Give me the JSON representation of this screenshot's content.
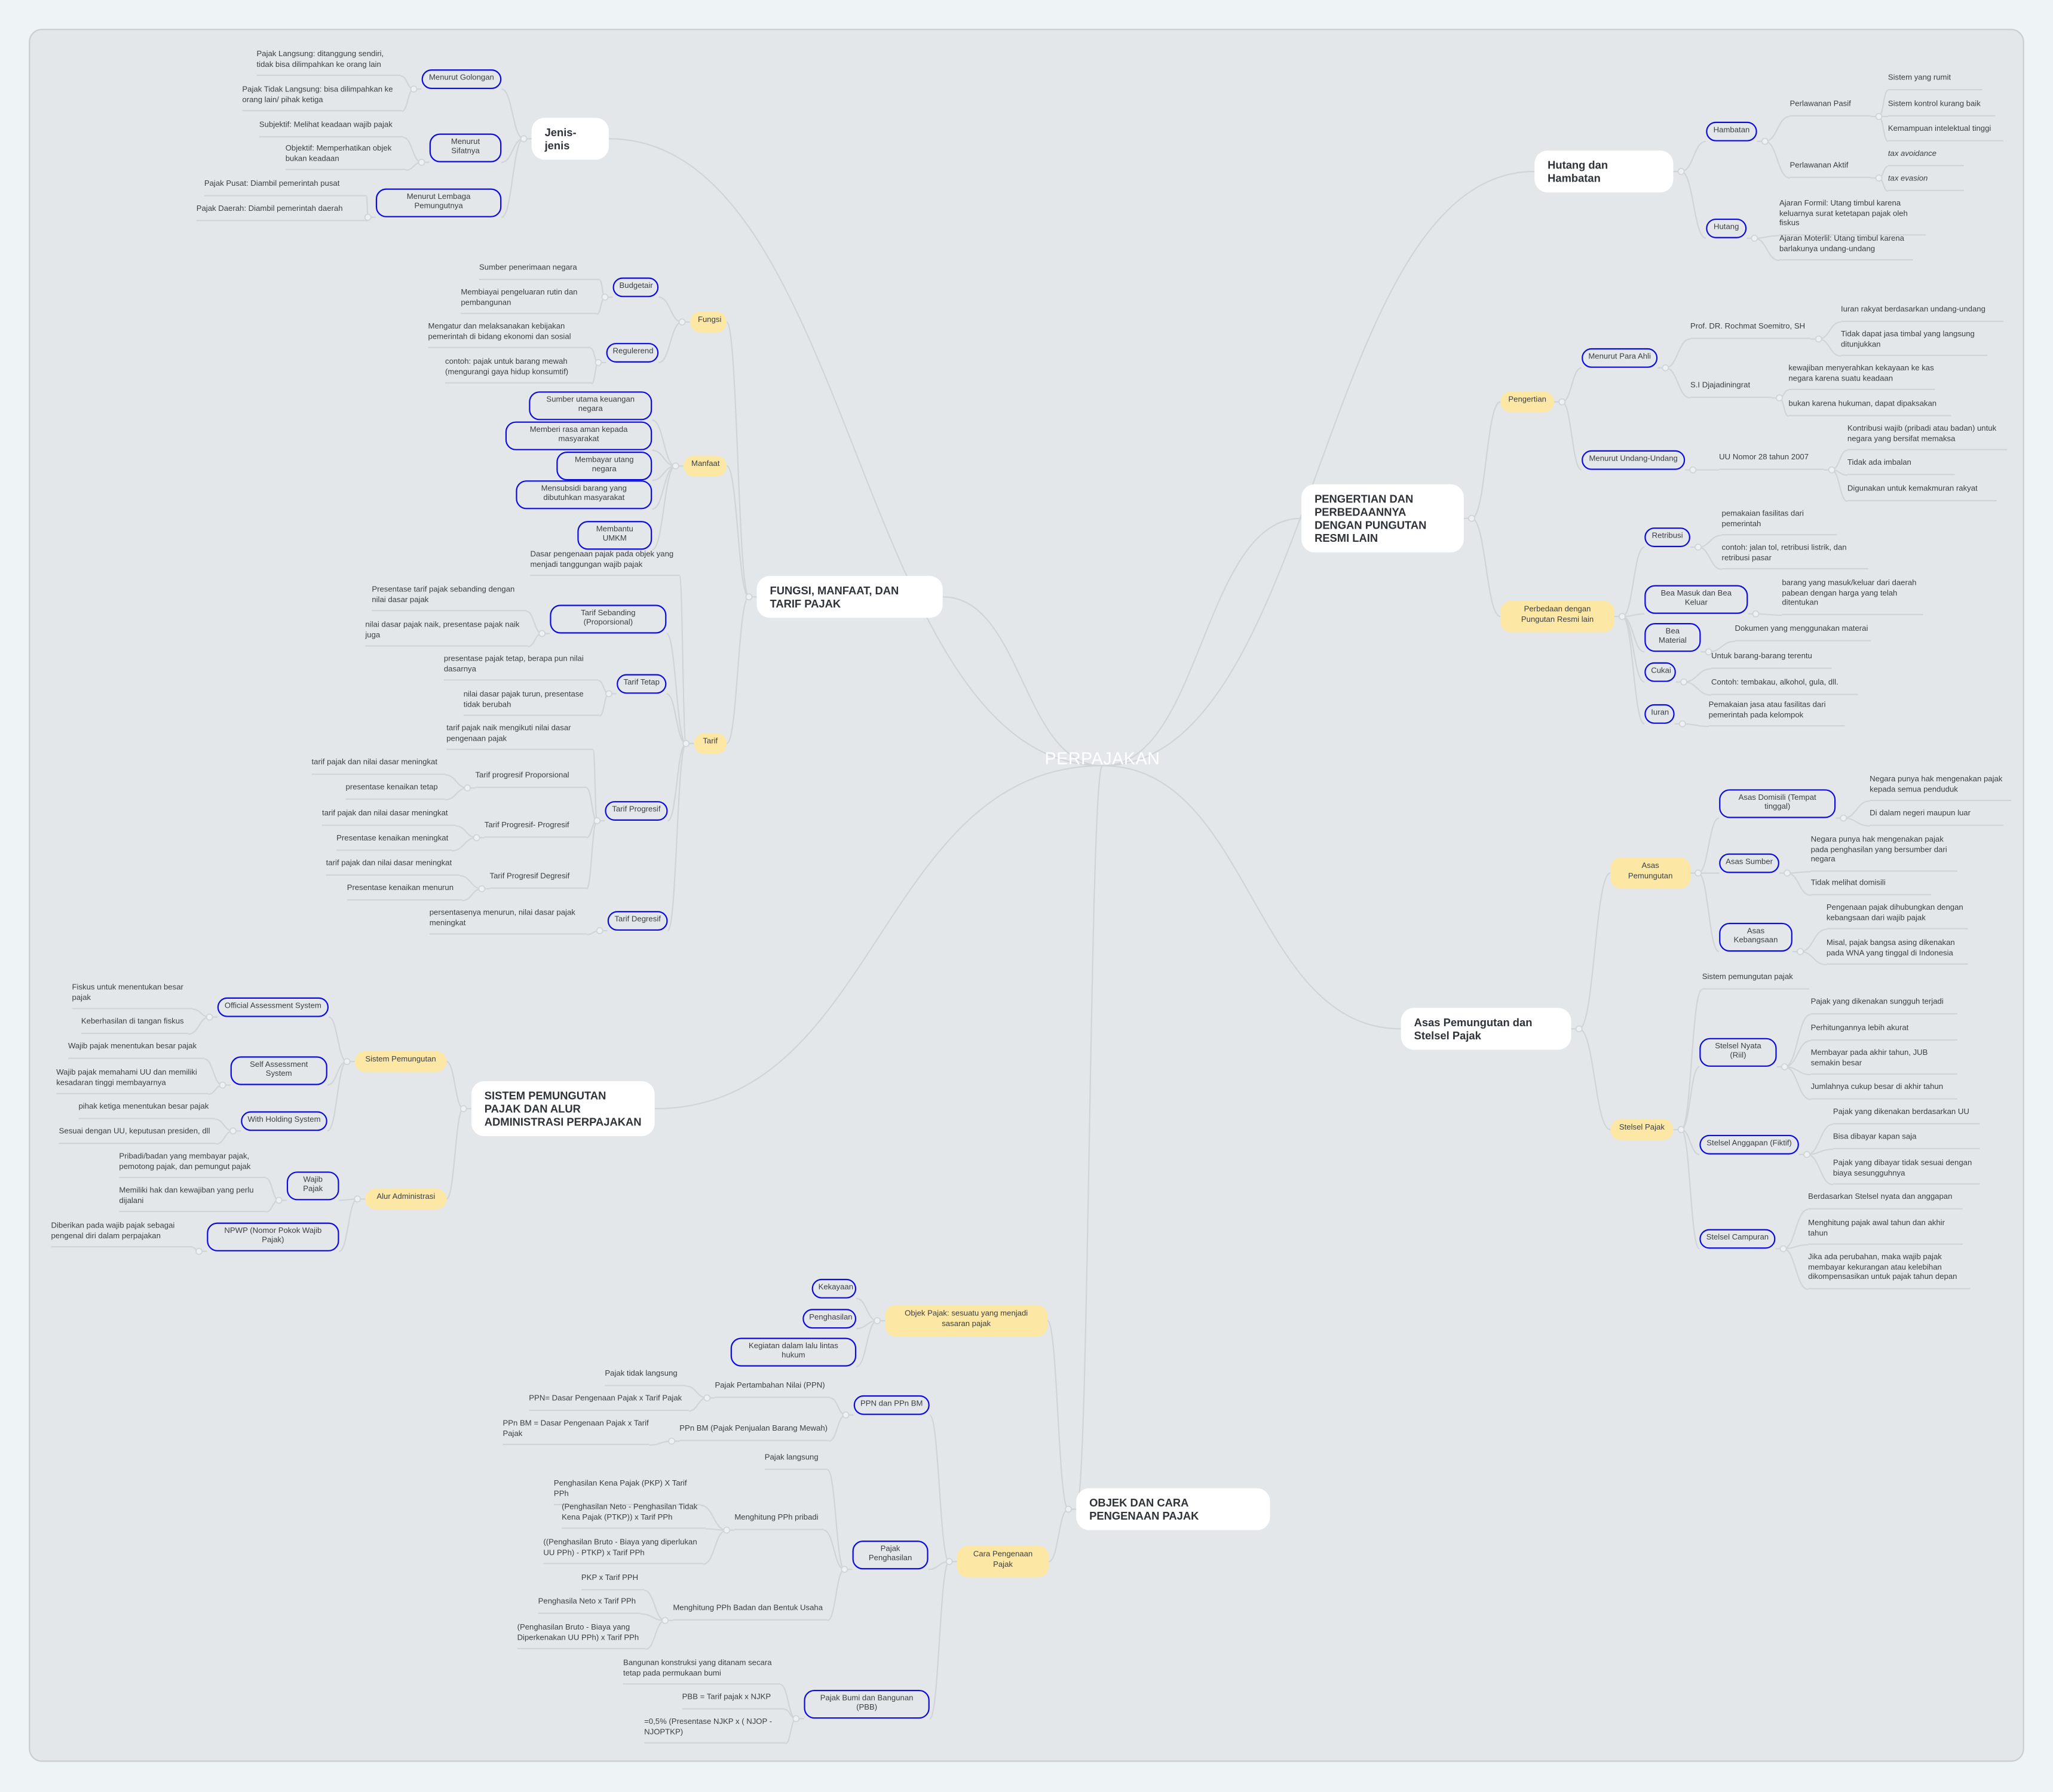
{
  "title": "PERPAJAKAN",
  "branches": {
    "jenis": {
      "j": "Jenis-jenis",
      "j1": "Menurut Golongan",
      "j1a": "Pajak Langsung: ditanggung sendiri, tidak bisa dilimpahkan ke orang lain",
      "j1b": "Pajak Tidak Langsung: bisa dilimpahkan ke orang lain/ pihak ketiga",
      "j2": "Menurut Sifatnya",
      "j2a": "Subjektif: Melihat keadaan wajib pajak",
      "j2b": "Objektif: Memperhatikan objek bukan keadaan",
      "j3": "Menurut Lembaga Pemungutnya",
      "j3a": "Pajak Pusat: Diambil pemerintah pusat",
      "j3b": "Pajak Daerah: Diambil pemerintah daerah"
    },
    "fungsi_manfaat_tarif": {
      "f": "FUNGSI, MANFAAT, DAN TARIF PAJAK",
      "f1": "Fungsi",
      "f1a": "Budgetair",
      "f1a1": "Sumber penerimaan negara",
      "f1a2": "Membiayai pengeluaran rutin dan pembangunan",
      "f1b": "Regulerend",
      "f1b1": "Mengatur dan melaksanakan kebijakan pemerintah di bidang ekonomi dan sosial",
      "f1b2": "contoh: pajak untuk barang mewah (mengurangi gaya hidup konsumtif)",
      "f2": "Manfaat",
      "f2a": "Sumber utama keuangan negara",
      "f2b": "Memberi rasa aman kepada masyarakat",
      "f2c": "Membayar utang negara",
      "f2d": "Mensubsidi barang yang dibutuhkan masyarakat",
      "f2e": "Membantu UMKM",
      "f3": "Tarif",
      "f3a": "Dasar pengenaan pajak pada objek yang menjadi tanggungan wajib pajak",
      "f3b": "Tarif Sebanding (Proporsional)",
      "f3b1": "Presentase tarif pajak sebanding dengan nilai dasar pajak",
      "f3b2": "nilai dasar pajak naik, presentase pajak naik juga",
      "f3c": "Tarif Tetap",
      "f3c1": "presentase pajak tetap, berapa pun nilai dasarnya",
      "f3c2": "nilai dasar pajak turun, presentase tidak berubah",
      "f3d": "Tarif Progresif",
      "f3d1": "tarif pajak naik mengikuti nilai dasar pengenaan pajak",
      "f3d2": "Tarif progresif Proporsional",
      "f3d2a": "tarif pajak dan nilai dasar meningkat",
      "f3d2b": "presentase kenaikan tetap",
      "f3d3": "Tarif Progresif- Progresif",
      "f3d3a": "tarif pajak dan nilai dasar meningkat",
      "f3d3b": "Presentase kenaikan meningkat",
      "f3d4": "Tarif Progresif Degresif",
      "f3d4a": "tarif pajak dan nilai dasar meningkat",
      "f3d4b": "Presentase kenaikan menurun",
      "f3e": "Tarif Degresif",
      "f3e1": "persentasenya menurun, nilai dasar pajak meningkat"
    },
    "sistem_pemungutan": {
      "s": "SISTEM PEMUNGUTAN PAJAK DAN ALUR ADMINISTRASI PERPAJAKAN",
      "s1": "Sistem Pemungutan",
      "s1a": "Official Assessment System",
      "s1a1": "Fiskus untuk menentukan besar pajak",
      "s1a2": "Keberhasilan di tangan fiskus",
      "s1b": "Self Assessment System",
      "s1b1": "Wajib pajak menentukan besar pajak",
      "s1b2": "Wajib pajak memahami UU dan memiliki kesadaran tinggi membayarnya",
      "s1c": "With Holding System",
      "s1c1": "pihak ketiga menentukan besar pajak",
      "s1c2": "Sesuai dengan UU, keputusan presiden, dll",
      "s2": "Alur Administrasi",
      "s2a": "Wajib Pajak",
      "s2a1": "Pribadi/badan yang membayar pajak, pemotong pajak, dan pemungut pajak",
      "s2a2": "Memiliki hak dan kewajiban yang perlu dijalani",
      "s2b": "NPWP (Nomor Pokok Wajib Pajak)",
      "s2b1": "Diberikan pada wajib pajak sebagai pengenal diri dalam perpajakan"
    },
    "hutang_hambatan": {
      "h": "Hutang dan Hambatan",
      "h1": "Hambatan",
      "h1a": "Perlawanan Pasif",
      "h1a1": "Sistem yang rumit",
      "h1a2": "Sistem kontrol kurang baik",
      "h1a3": "Kemampuan intelektual tinggi",
      "h1b": "Perlawanan Aktif",
      "h1b1": "tax avoidance",
      "h1b2": "tax evasion",
      "h2": "Hutang",
      "h2a": "Ajaran Formil: Utang timbul karena keluarnya surat ketetapan pajak oleh fiskus",
      "h2b": "Ajaran Moterlil: Utang timbul karena barlakunya undang-undang"
    },
    "pengertian": {
      "p": "PENGERTIAN DAN PERBEDAANNYA DENGAN PUNGUTAN RESMI LAIN",
      "p1": "Pengertian",
      "p1a": "Menurut Para Ahli",
      "p1a1": "Prof. DR. Rochmat Soemitro, SH",
      "p1a1a": "Iuran rakyat berdasarkan undang-undang",
      "p1a1b": "Tidak dapat jasa timbal yang langsung ditunjukkan",
      "p1a2": "S.I Djajadiningrat",
      "p1a2a": "kewajiban menyerahkan kekayaan ke kas negara karena suatu keadaan",
      "p1a2b": "bukan karena hukuman, dapat dipaksakan",
      "p1b": "Menurut Undang-Undang",
      "p1b1": "UU Nomor 28 tahun 2007",
      "p1b1a": "Kontribusi wajib (pribadi atau badan) untuk negara yang bersifat memaksa",
      "p1b1b": "Tidak ada imbalan",
      "p1b1c": "Digunakan untuk kemakmuran rakyat",
      "p2": "Perbedaan dengan Pungutan Resmi lain",
      "p2a": "Retribusi",
      "p2a1": "pemakaian fasilitas dari pemerintah",
      "p2a2": "contoh: jalan tol, retribusi listrik, dan retribusi pasar",
      "p2b": "Bea Masuk dan Bea Keluar",
      "p2b1": "barang yang masuk/keluar dari daerah pabean dengan harga yang telah ditentukan",
      "p2c": "Bea Material",
      "p2c1": "Dokumen yang menggunakan materai",
      "p2d": "Cukai",
      "p2d1": "Untuk barang-barang terentu",
      "p2d2": "Contoh: tembakau, alkohol, gula, dll.",
      "p2e": "Iuran",
      "p2e1": "Pemakaian jasa atau fasilitas dari pemerintah pada kelompok"
    },
    "asas_stelsel": {
      "a": "Asas Pemungutan dan Stelsel Pajak",
      "a1": "Asas Pemungutan",
      "a1a": "Asas Domisili (Tempat tinggal)",
      "a1a1": "Negara punya hak mengenakan pajak kepada semua penduduk",
      "a1a2": "Di dalam negeri maupun luar",
      "a1b": "Asas Sumber",
      "a1b1": "Negara punya hak mengenakan pajak pada penghasilan yang bersumber dari negara",
      "a1b2": "Tidak melihat domisili",
      "a1c": "Asas Kebangsaan",
      "a1c1": "Pengenaan pajak dihubungkan dengan kebangsaan dari wajib pajak",
      "a1c2": "Misal, pajak bangsa asing dikenakan pada WNA yang tinggal di Indonesia",
      "a2": "Stelsel Pajak",
      "a2a": "Sistem pemungutan pajak",
      "a2b": "Stelsel Nyata (Riil)",
      "a2b1": "Pajak yang dikenakan sungguh terjadi",
      "a2b2": "Perhitungannya lebih akurat",
      "a2b3": "Membayar pada akhir tahun, JUB semakin besar",
      "a2b4": "Jumlahnya cukup besar di akhir tahun",
      "a2c": "Stelsel Anggapan (Fiktif)",
      "a2c1": "Pajak yang dikenakan berdasarkan UU",
      "a2c2": "Bisa dibayar kapan saja",
      "a2c3": "Pajak yang dibayar tidak sesuai dengan biaya sesungguhnya",
      "a2d": "Stelsel Campuran",
      "a2d1": "Berdasarkan Stelsel nyata dan anggapan",
      "a2d2": "Menghitung pajak awal tahun dan akhir tahun",
      "a2d3": "Jika ada perubahan, maka wajib pajak membayar kekurangan atau kelebihan dikompensasikan untuk pajak tahun depan"
    },
    "objek_pengenaan": {
      "o": "OBJEK DAN CARA PENGENAAN PAJAK",
      "o1": "Objek Pajak: sesuatu yang menjadi sasaran pajak",
      "o1a": "Kekayaan",
      "o1b": "Penghasilan",
      "o1c": "Kegiatan dalam lalu lintas hukum",
      "o2": "Cara Pengenaan Pajak",
      "o2a": "PPN dan PPn BM",
      "o2a1": "Pajak Pertambahan Nilai (PPN)",
      "o2a1a": "Pajak tidak langsung",
      "o2a1b": "PPN= Dasar Pengenaan Pajak x Tarif Pajak",
      "o2a2": "PPn BM (Pajak Penjualan Barang Mewah)",
      "o2a2a": "PPn BM = Dasar Pengenaan Pajak x Tarif Pajak",
      "o2b": "Pajak Penghasilan",
      "o2b1": "Pajak langsung",
      "o2b2": "Menghitung PPh pribadi",
      "o2b2a": "Penghasilan Kena Pajak (PKP) X Tarif PPh",
      "o2b2b": "(Penghasilan Neto - Penghasilan Tidak Kena Pajak (PTKP)) x Tarif PPh",
      "o2b2c": "((Penghasilan Bruto - Biaya yang diperlukan UU PPh) - PTKP) x Tarif PPh",
      "o2b3": "Menghitung PPh Badan dan Bentuk Usaha",
      "o2b3a": "PKP x Tarif PPH",
      "o2b3b": "Penghasila Neto x Tarif PPh",
      "o2b3c": "(Penghasilan Bruto - Biaya yang Diperkenakan UU PPh) x Tarif PPh",
      "o2c": "Pajak Bumi dan Bangunan (PBB)",
      "o2c1": "Bangunan konstruksi yang ditanam secara tetap pada permukaan bumi",
      "o2c2": "PBB = Tarif pajak x NJKP",
      "o2c3": "=0,5% (Presentase NJKP x ( NJOP - NJOPTKP)"
    }
  }
}
